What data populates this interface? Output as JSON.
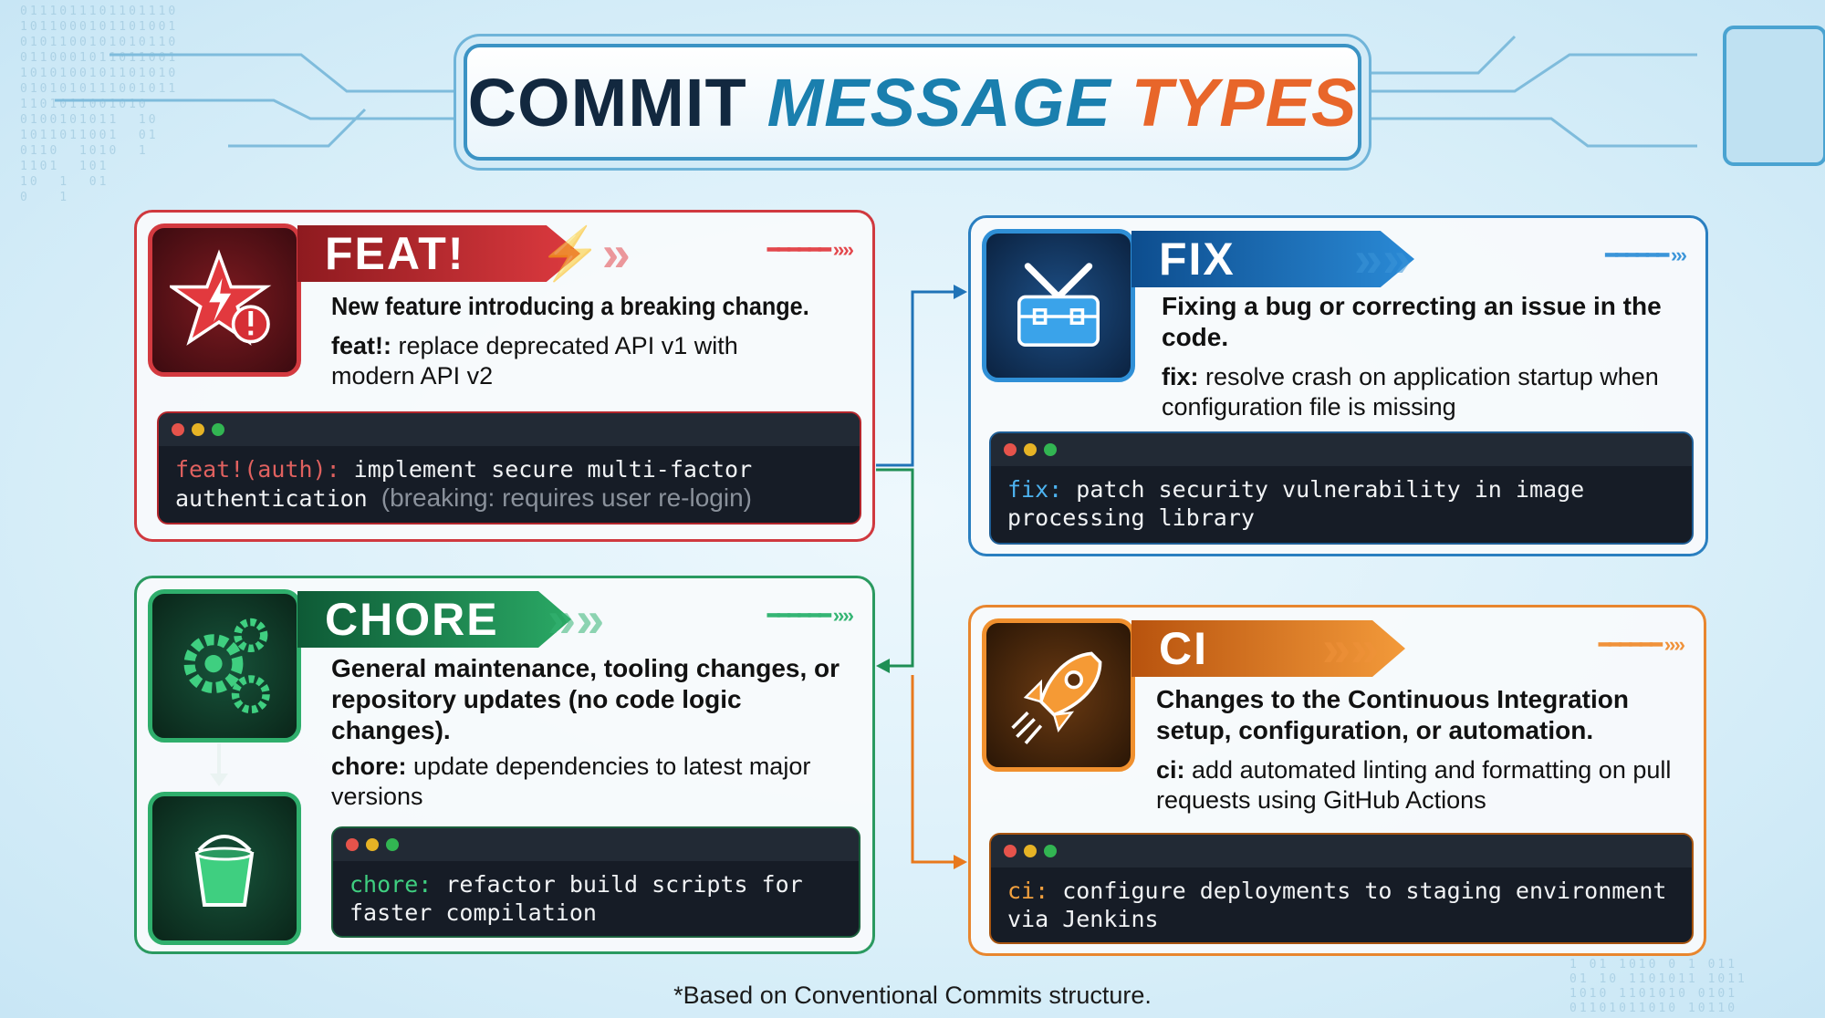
{
  "title": {
    "part1": "COMMIT",
    "part2": "MESSAGE",
    "part3": "TYPES"
  },
  "colors": {
    "feat": "#c8262c",
    "fix": "#1f73b7",
    "chore": "#1f8f55",
    "ci": "#e8791d"
  },
  "cards": {
    "feat": {
      "label": "FEAT!",
      "icon": "star-alert-icon",
      "description": "New feature introducing a breaking change.",
      "example_prefix": "feat!:",
      "example_text": " replace deprecated API v1 with modern API v2",
      "code_type": "feat!(auth):",
      "code_text": " implement secure multi-factor authentication",
      "code_comment": "(breaking: requires user re-login)"
    },
    "fix": {
      "label": "FIX",
      "icon": "toolbox-icon",
      "description": "Fixing a bug or correcting an issue in the code.",
      "example_prefix": "fix:",
      "example_text": " resolve crash on application startup when configuration file is missing",
      "code_type": "fix:",
      "code_text": " patch security vulnerability in image processing library"
    },
    "chore": {
      "label": "CHORE",
      "icon": "gears-icon",
      "icon2": "bucket-icon",
      "description": "General maintenance, tooling changes, or repository updates (no code logic changes).",
      "example_prefix": "chore:",
      "example_text": " update dependencies to latest major versions",
      "code_type": "chore:",
      "code_text": " refactor build scripts for faster compilation"
    },
    "ci": {
      "label": "CI",
      "icon": "rocket-icon",
      "description": "Changes to the Continuous Integration setup, configuration, or automation.",
      "example_prefix": "ci:",
      "example_text": " add automated linting and formatting on pull requests using GitHub Actions",
      "code_type": "ci:",
      "code_text": " configure deployments to staging environment via Jenkins"
    }
  },
  "footnote": "*Based on Conventional Commits structure."
}
